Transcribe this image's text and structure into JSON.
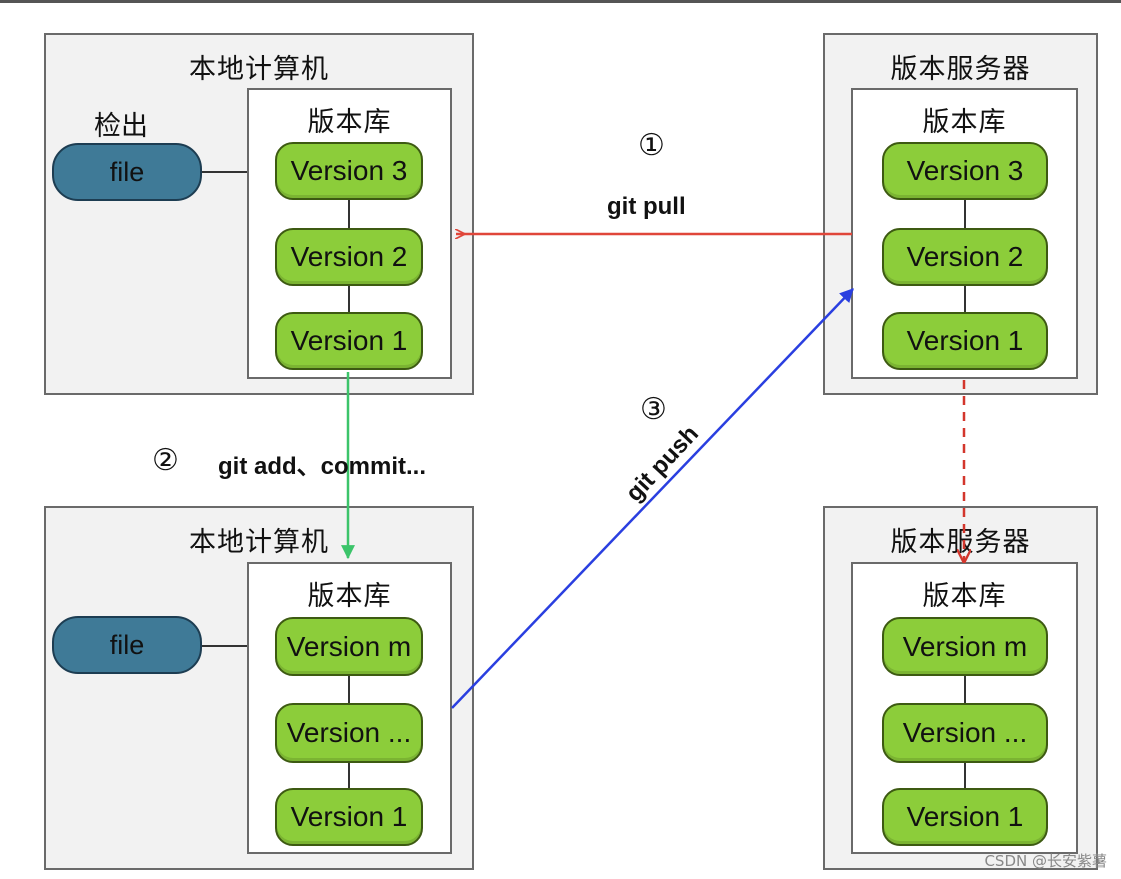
{
  "local_top": {
    "title": "本地计算机",
    "repo_title": "版本库",
    "checkout_label": "检出",
    "file_label": "file",
    "versions": [
      "Version 3",
      "Version 2",
      "Version 1"
    ]
  },
  "server_top": {
    "title": "版本服务器",
    "repo_title": "版本库",
    "versions": [
      "Version 3",
      "Version 2",
      "Version 1"
    ]
  },
  "local_bottom": {
    "title": "本地计算机",
    "repo_title": "版本库",
    "file_label": "file",
    "versions": [
      "Version m",
      "Version ...",
      "Version 1"
    ]
  },
  "server_bottom": {
    "title": "版本服务器",
    "repo_title": "版本库",
    "versions": [
      "Version m",
      "Version ...",
      "Version 1"
    ]
  },
  "steps": {
    "pull_number": "①",
    "pull_label": "git pull",
    "commit_number": "②",
    "commit_label": "git add、commit...",
    "push_number": "③",
    "push_label": "git push"
  },
  "colors": {
    "pull": "#e0463a",
    "commit": "#3cc46a",
    "push": "#2a3fe0",
    "sync": "#d3362c"
  },
  "watermark": "CSDN @长安紫薯"
}
